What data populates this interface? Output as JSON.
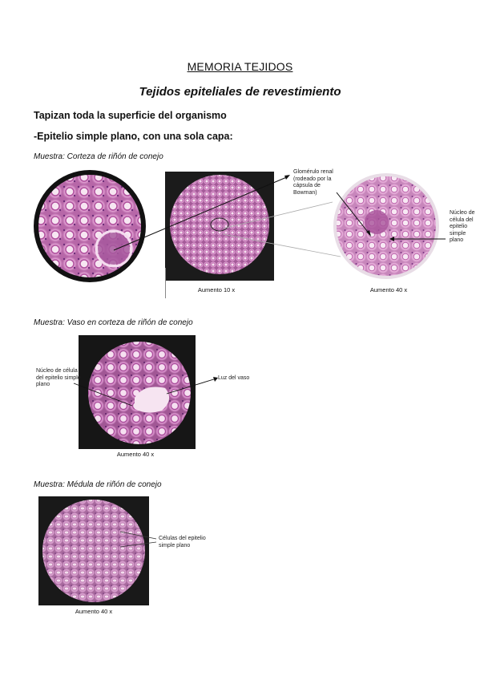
{
  "doc": {
    "title": "MEMORIA TEJIDOS",
    "subtitle": "Tejidos epiteliales de revestimiento",
    "intro": "Tapizan toda la superficie del organismo",
    "section": "-Epitelio simple plano, con una sola capa:"
  },
  "sample1": {
    "label": "Muestra: Corteza de riñón de conejo",
    "caption_left": "Aumento 10 x",
    "caption_right": "Aumento 40 x",
    "annotation_glomerulo": "Glomérulo renal (rodeado por la cápsula de Bowman)",
    "annotation_nucleo": "Núcleo de célula del epitelio simple plano"
  },
  "sample2": {
    "label": "Muestra: Vaso en corteza de riñón de conejo",
    "caption": "Aumento 40 x",
    "annotation_nucleo": "Núcleo de célula del epitelio simple plano",
    "annotation_luz": "Luz del vaso"
  },
  "sample3": {
    "label": "Muestra: Médula de riñón de conejo",
    "caption": "Aumento 40 x",
    "annotation_celulas": "Células del epitelio simple plano"
  },
  "colors": {
    "tissue_pink": "#e6a8d6",
    "tissue_deep": "#b65aa6",
    "lumen": "#f6e4f1",
    "vignette": "#111111"
  }
}
